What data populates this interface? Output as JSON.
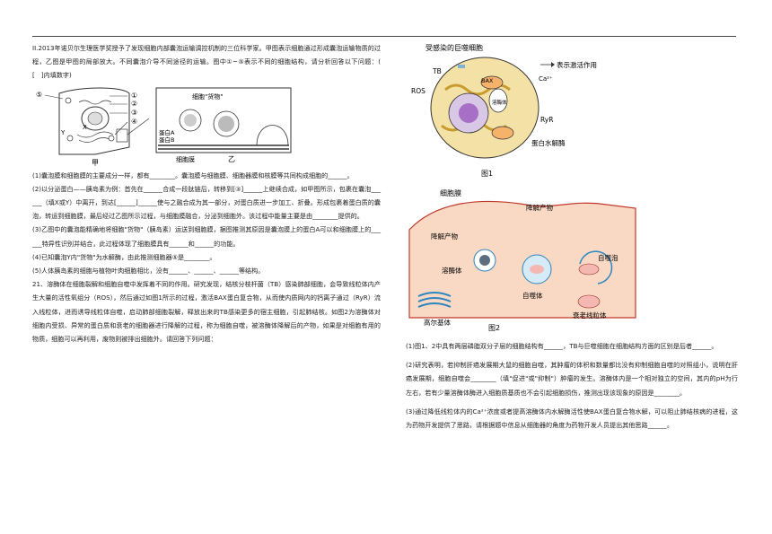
{
  "left_column": {
    "intro": "II.2013年诺贝尔生理医学奖授予了发现细胞内部囊泡运输调控机制的三位科学家。甲图表示细胞通过形成囊泡运输物质的过程，乙图是甲图的局部放大。不同囊泡介导不同途径的运输。图中①~⑤表示不同的细胞结构，请分析回答以下问题：(　[　]内填数字)",
    "figure_jia": {
      "markers": [
        "①",
        "②",
        "③",
        "④",
        "⑤"
      ],
      "letters": [
        "X",
        "Y"
      ],
      "caption": "甲"
    },
    "figure_yi": {
      "cargo_label": "细胞\"货物\"",
      "protein_a": "蛋白A",
      "protein_b": "蛋白B",
      "membrane_label": "细胞膜",
      "caption": "乙"
    },
    "q1": "(1)囊泡膜和细胞膜的主要成分一样，都有________。囊泡膜与细胞膜、细胞器膜和核膜等共同构成细胞的______。",
    "q2": "(2)以分泌蛋白——胰岛素为例：首先在______合成一段肽链后，转移到[③]______上继续合成，如甲图所示，包裹在囊泡______（填X或Y）中离开，到达[______]______使与之融合成为其一部分，对蛋白质进一步加工、折叠。形成包裹着蛋白质的囊泡，转运到细胞膜，最后经过乙图所示过程，与细胞膜融合，分泌到细胞外。该过程中能量主要是由________提供的。",
    "q3": "(3)乙图中的囊泡能精确地将细胞\"货物\"（胰岛素）运送到细胞膜，据图推测其原因是囊泡膜上的蛋白A可以和细胞膜上的______特异性识别并结合，此过程体现了细胞膜具有______和______的功能。",
    "q4": "(4)已知囊泡Y内\"货物\"为水解酶，由此推测细胞器⑤是________。",
    "q5": "(5)人体胰岛素的细胞与植物叶肉细胞相比，没有______、______、______等结构。",
    "q21": "21、溶酶体在细胞裂解和细胞自噬中发挥着不同的作用。研究发现，结核分枝杆菌（TB）感染肺部细胞，会导致线粒体内产生大量的活性氧组分（ROS），然后通过如图1所示的过程，激活BAX蛋白复合物，从而使内质网内的钙离子通过（RyR）流入线粒体，进而诱导线粒体自噬，启动肺部细胞裂解，释放出来的TB感染更多的宿主细胞，引起肺结核。如图2为溶酶体对细胞内受损、异常的蛋白质和衰老的细胞器进行降解的过程，称为细胞自噬，被溶酶体降解后的产物，如果是对细胞有用的物质，细胞可以再利用，废物则被排出细胞外。请回答下列问题："
  },
  "figure1": {
    "title": "受感染的巨噬细胞",
    "labels": [
      "TB",
      "ROS",
      "BAX",
      "溶酶体",
      "RyR",
      "蛋白水解酶",
      "表示激活作用"
    ],
    "ion": "Ca²⁺",
    "caption": "图1"
  },
  "figure2": {
    "labels": [
      "细胞膜",
      "降解产物",
      "降解产物",
      "溶酶体",
      "高尔基体",
      "自噬体",
      "自噬泡",
      "衰老线粒体"
    ],
    "caption": "图2"
  },
  "right_column": {
    "q1": "(1)图1、2中具有两层磷脂双分子层的细胞结构有______，TB与巨噬细胞在细胞结构方面的区别是后者______。",
    "q2": "(2)研究表明，若抑制肝癌发展期大鼠的细胞自噬，其肿瘤的体积和数量都比没有抑制细胞自噬的对照组小，说明在肝癌发展期，细胞自噬会________（填\"促进\"或\"抑制\"）肿瘤的发生。溶酶体内是一个相对独立的空间，其内的pH为行左右，若有少量溶酶体酶进入细胞质基质也不会引起细胞损伤，推测出现该现象的原因是________。",
    "q3": "(3)通过降低线粒体内的Ca²⁺浓度或者提高溶酶体内水解酶活性使BAX蛋白复合物水解，可以阻止肺结核病的进程，这为药物开发提供了思路，请根据题中信息从细胞器的角度为药物开发人员提出其他思路______。"
  }
}
